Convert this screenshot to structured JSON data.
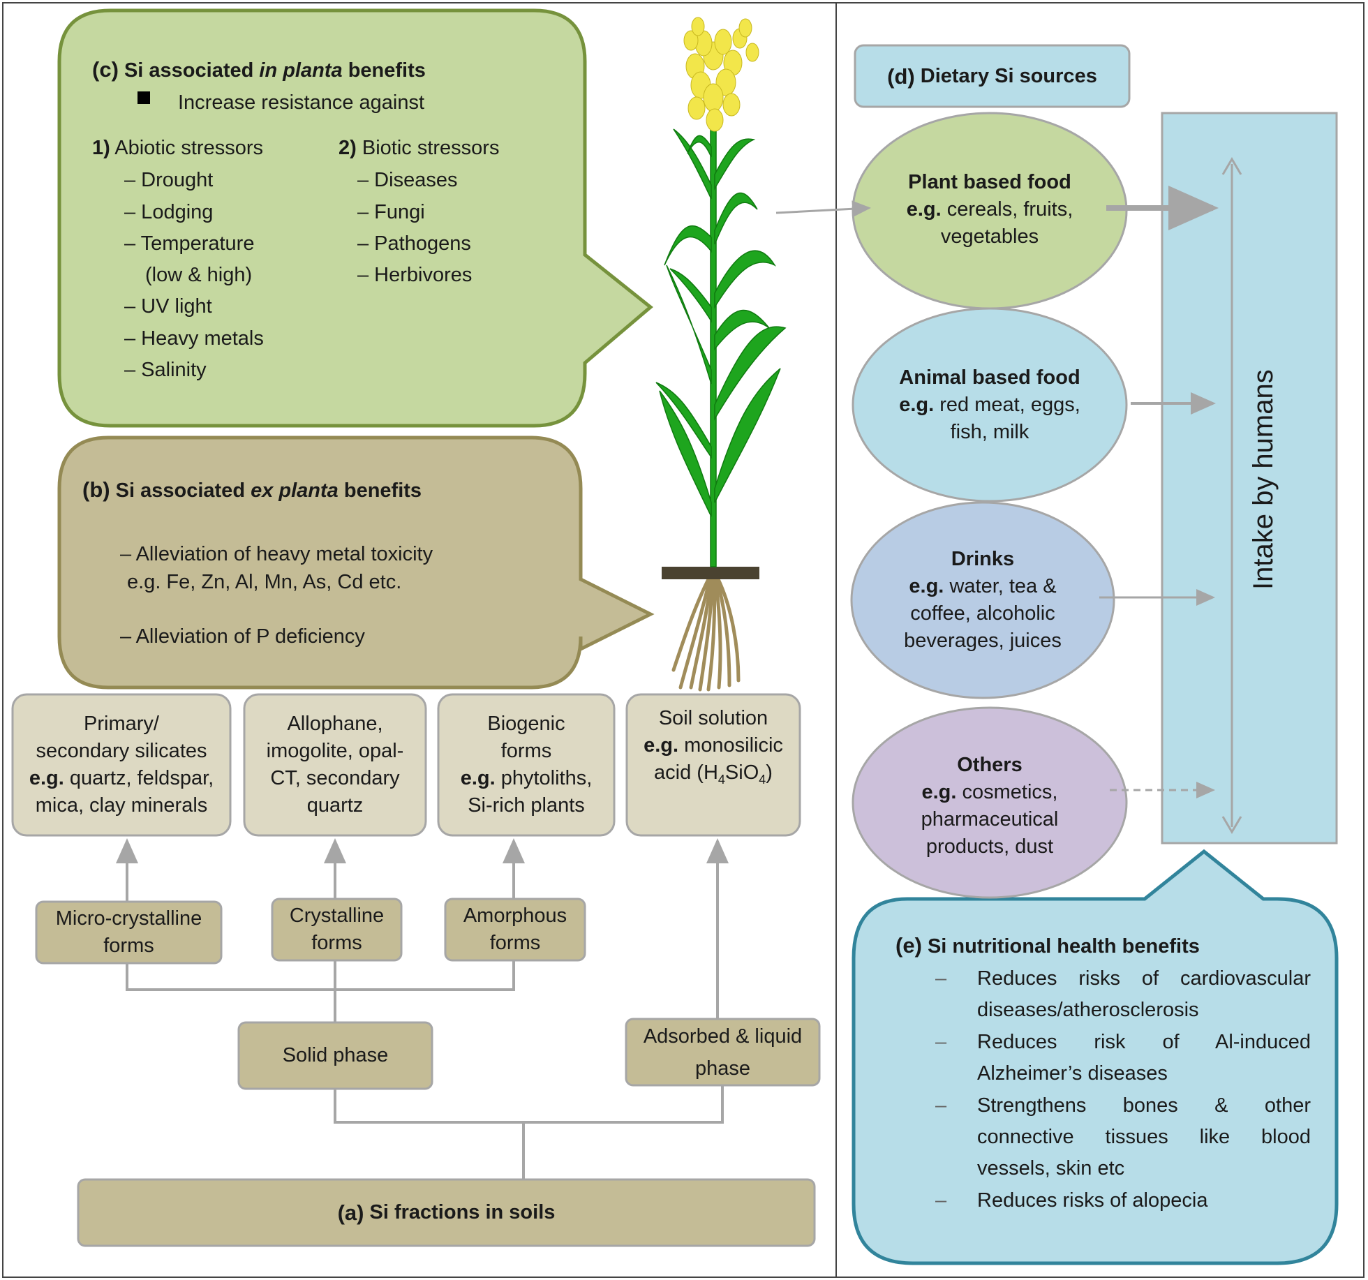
{
  "panel_c": {
    "label": "(c)",
    "title_pre": "Si associated",
    "title_em": "in planta",
    "title_post": "benefits",
    "bullet": "Increase resistance against",
    "abiotic": {
      "num": "1)",
      "title": "Abiotic stressors",
      "items": [
        "– Drought",
        "– Lodging",
        "– Temperature",
        "(low & high)",
        "– UV light",
        "– Heavy metals",
        "– Salinity"
      ]
    },
    "biotic": {
      "num": "2)",
      "title": "Biotic stressors",
      "items": [
        "– Diseases",
        "– Fungi",
        "– Pathogens",
        "– Herbivores"
      ]
    }
  },
  "panel_b": {
    "label": "(b)",
    "title_pre": "Si associated",
    "title_em": "ex planta",
    "title_post": "benefits",
    "item1": "– Alleviation of heavy metal toxicity",
    "item1_eg": "e.g. Fe, Zn, Al, Mn, As, Cd etc.",
    "item2": "– Alleviation of P deficiency"
  },
  "soil_forms": {
    "primary": {
      "line1": "Primary/",
      "line2": "secondary silicates",
      "eg": "e.g.",
      "rest": "quartz, feldspar,",
      "line4": "mica, clay minerals"
    },
    "allophane": {
      "line1": "Allophane,",
      "line2": "imogolite, opal-",
      "line3": "CT, secondary",
      "line4": "quartz"
    },
    "biogenic": {
      "line1": "Biogenic",
      "line2": "forms",
      "eg": "e.g.",
      "rest": "phytoliths,",
      "line4": "Si-rich plants"
    },
    "solution": {
      "line1": "Soil solution",
      "eg": "e.g.",
      "rest": "monosilicic",
      "acid": "acid (H",
      "sub4": "4",
      "sio": "SiO",
      "close": ")"
    }
  },
  "phase_forms": {
    "micro": "Micro-crystalline forms",
    "crystalline": "Crystalline forms",
    "amorphous": "Amorphous forms"
  },
  "phases": {
    "solid": "Solid phase",
    "adsorbed": "Adsorbed & liquid phase"
  },
  "panel_a": {
    "label": "(a)",
    "title": "Si fractions in soils"
  },
  "panel_d": {
    "label": "(d)",
    "title": "Dietary Si sources"
  },
  "sources": {
    "plant": {
      "title": "Plant based food",
      "eg": "e.g.",
      "line2": "cereals, fruits,",
      "line3": "vegetables"
    },
    "animal": {
      "title": "Animal based food",
      "eg": "e.g.",
      "line2": "red meat, eggs,",
      "line3": "fish, milk"
    },
    "drinks": {
      "title": "Drinks",
      "eg": "e.g.",
      "line2": "water, tea &",
      "line3": "coffee, alcoholic",
      "line4": "beverages, juices"
    },
    "others": {
      "title": "Others",
      "eg": "e.g.",
      "line2": "cosmetics,",
      "line3": "pharmaceutical",
      "line4": "products, dust"
    }
  },
  "intake": "Intake by humans",
  "panel_e": {
    "label": "(e)",
    "title": "Si nutritional health benefits",
    "dash": "–",
    "lines": [
      "Reduces risks of cardiovascular",
      "diseases/atherosclerosis",
      "Reduces risk of Al-induced",
      "Alzheimer’s diseases",
      "Strengthens bones & other",
      "connective tissues like blood",
      "vessels, skin etc",
      "Reduces risks of alopecia"
    ]
  },
  "colors": {
    "green_fill": "#c5d8a0",
    "green_border": "#76923c",
    "tan_fill": "#c4bc96",
    "tan_border": "#948a54",
    "blue_fill": "#b7dde8",
    "blue_border": "#31849b",
    "drinks_fill": "#b8cce4",
    "others_fill": "#ccc0da",
    "arrow": "#a6a6a6",
    "plant_green": "#1ea51e",
    "root": "#a08c5a"
  }
}
